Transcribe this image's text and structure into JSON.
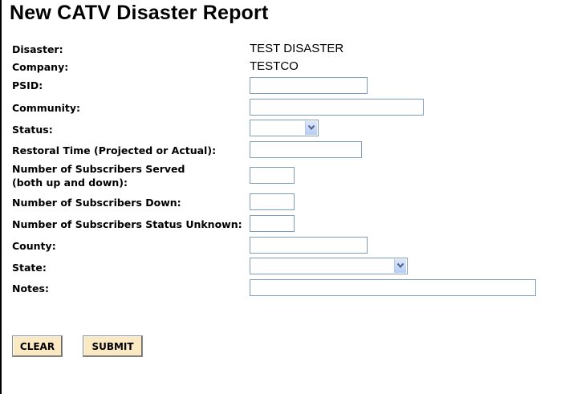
{
  "page": {
    "title": "New CATV Disaster Report"
  },
  "form": {
    "disaster": {
      "label": "Disaster",
      "value": "TEST DISASTER"
    },
    "company": {
      "label": "Company",
      "value": "TESTCO"
    },
    "psid": {
      "label": "PSID",
      "value": ""
    },
    "community": {
      "label": "Community",
      "value": ""
    },
    "status": {
      "label": "Status",
      "selected": ""
    },
    "restoral_time": {
      "label": "Restoral Time (Projected or Actual)",
      "value": ""
    },
    "subscribers_served": {
      "label_line1": "Number of Subscribers Served",
      "label_line2": "(both up and down)",
      "value": ""
    },
    "subscribers_down": {
      "label": "Number of Subscribers Down",
      "value": ""
    },
    "subscribers_unknown": {
      "label": "Number of Subscribers Status Unknown",
      "value": ""
    },
    "county": {
      "label": "County",
      "value": ""
    },
    "state": {
      "label": "State",
      "selected": ""
    },
    "notes": {
      "label": "Notes",
      "value": ""
    },
    "separator": ":"
  },
  "buttons": {
    "clear_label": "CLEAR",
    "submit_label": "SUBMIT"
  },
  "icons": {
    "dropdown_arrow": "chevron-down-icon"
  },
  "colors": {
    "input_border": "#7f9db9",
    "button_bg": "#fbe9c4",
    "dropdown_arrow_bg": "#c7d8f7"
  }
}
